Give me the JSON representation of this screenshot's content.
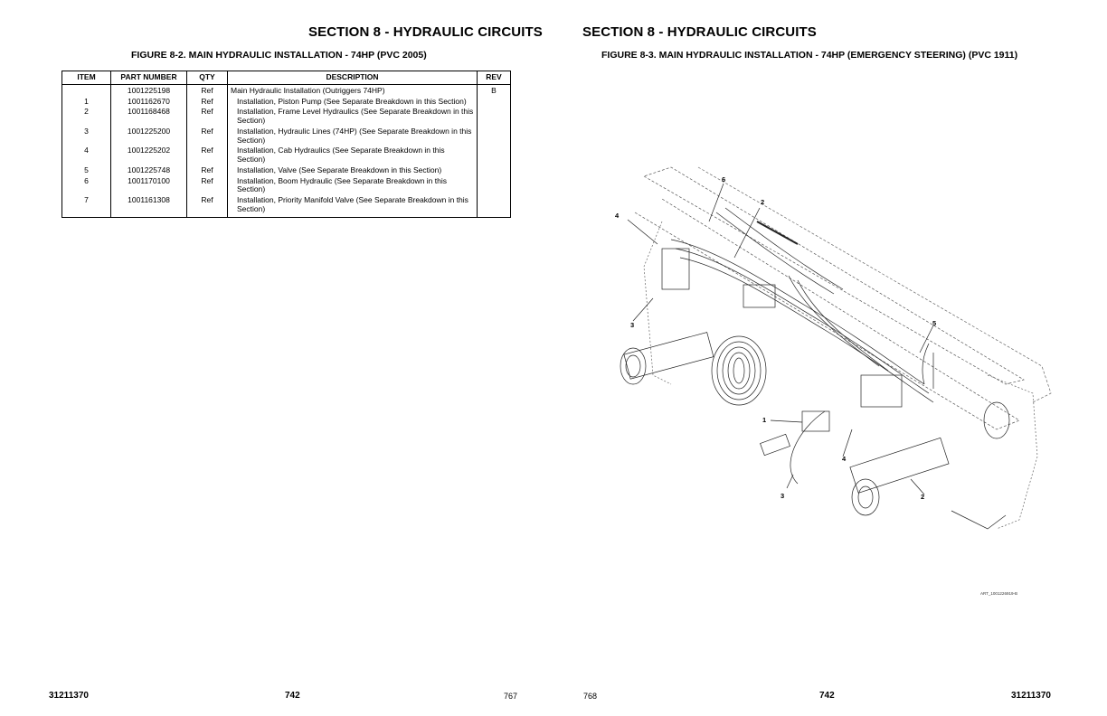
{
  "left_page": {
    "section_title": "SECTION 8 - HYDRAULIC CIRCUITS",
    "figure_title": "FIGURE 8-2. MAIN HYDRAULIC INSTALLATION - 74HP (PVC 2005)",
    "table": {
      "headers": [
        "ITEM",
        "PART NUMBER",
        "QTY",
        "DESCRIPTION",
        "REV"
      ],
      "rows": [
        {
          "item": "",
          "part": "1001225198",
          "qty": "Ref",
          "desc": "Main Hydraulic Installation (Outriggers 74HP)",
          "rev": "B"
        },
        {
          "item": "1",
          "part": "1001162670",
          "qty": "Ref",
          "desc": "Installation, Piston Pump (See Separate Breakdown in this Section)",
          "rev": ""
        },
        {
          "item": "2",
          "part": "1001168468",
          "qty": "Ref",
          "desc": "Installation, Frame Level Hydraulics (See Separate Breakdown in this Section)",
          "rev": ""
        },
        {
          "item": "3",
          "part": "1001225200",
          "qty": "Ref",
          "desc": "Installation, Hydraulic Lines (74HP) (See Separate Breakdown in this Section)",
          "rev": ""
        },
        {
          "item": "4",
          "part": "1001225202",
          "qty": "Ref",
          "desc": "Installation, Cab Hydraulics (See Separate Breakdown in this Section)",
          "rev": ""
        },
        {
          "item": "5",
          "part": "1001225748",
          "qty": "Ref",
          "desc": "Installation, Valve (See Separate Breakdown in this Section)",
          "rev": ""
        },
        {
          "item": "6",
          "part": "1001170100",
          "qty": "Ref",
          "desc": "Installation, Boom Hydraulic (See Separate Breakdown in this Section)",
          "rev": ""
        },
        {
          "item": "7",
          "part": "1001161308",
          "qty": "Ref",
          "desc": "Installation, Priority Manifold Valve (See Separate Breakdown in this Section)",
          "rev": ""
        }
      ]
    },
    "footer": {
      "doc_number": "31211370",
      "model": "742",
      "page": "767"
    }
  },
  "right_page": {
    "section_title": "SECTION 8 - HYDRAULIC CIRCUITS",
    "figure_title": "FIGURE 8-3. MAIN HYDRAULIC INSTALLATION - 74HP (EMERGENCY STEERING) (PVC 1911)",
    "callouts": [
      "6",
      "2",
      "4",
      "3",
      "5",
      "1",
      "4",
      "3",
      "2"
    ],
    "art_id": "ART_1001226919-B",
    "footer": {
      "page": "768",
      "model": "742",
      "doc_number": "31211370"
    }
  }
}
